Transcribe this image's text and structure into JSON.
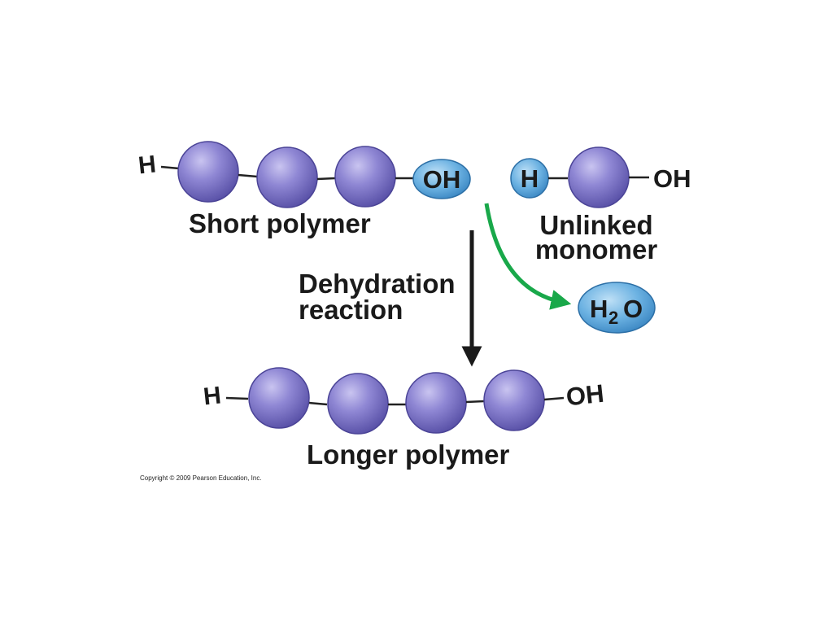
{
  "labels": {
    "short_polymer": "Short polymer",
    "unlinked_line1": "Unlinked",
    "unlinked_line2": "monomer",
    "dehydration_line1": "Dehydration",
    "dehydration_line2": "reaction",
    "longer_polymer": "Longer polymer",
    "copyright": "Copyright © 2009 Pearson Education, Inc."
  },
  "groups": {
    "h": "H",
    "oh": "OH",
    "water_h": "H",
    "water_sub": "2",
    "water_o": "O"
  },
  "colors": {
    "monomer": "#8a82cf",
    "functional_group": "#5aa6dc",
    "arrow_main": "#1a1a1a",
    "arrow_water": "#19a84a"
  },
  "icons": {
    "monomer": "sphere",
    "functional_group": "ellipse"
  }
}
